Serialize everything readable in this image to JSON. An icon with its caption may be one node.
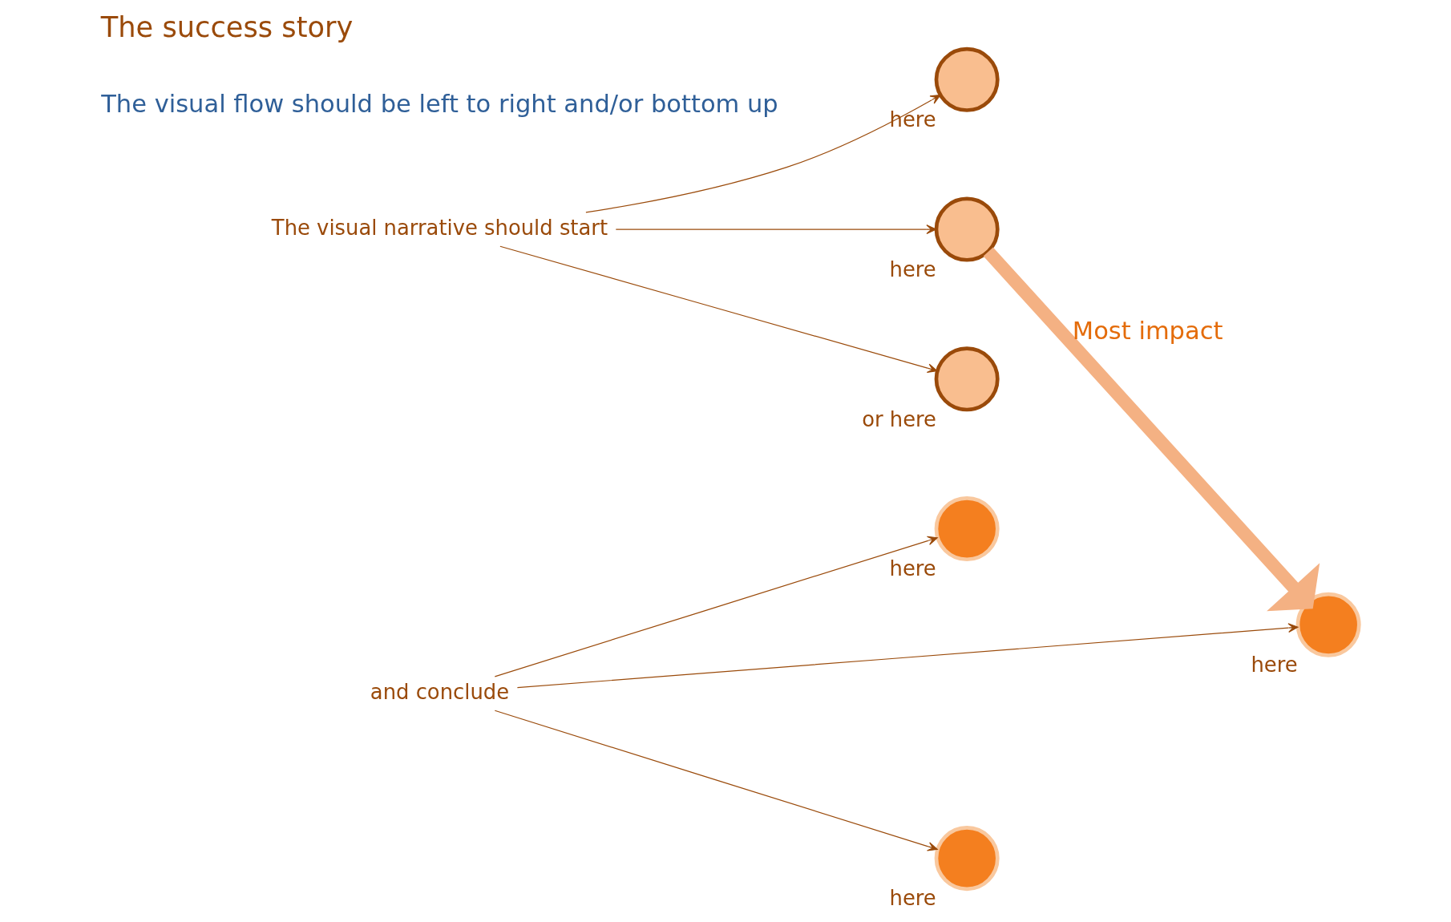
{
  "diagram": {
    "title": "The success story",
    "nodes": [
      {
        "text": [
          "The visual narrative should start"
        ]
      },
      {
        "text": [],
        "shape": "circle",
        "beside": [
          "here"
        ]
      },
      {
        "text": [],
        "shape": "circle",
        "beside": [
          "here"
        ]
      },
      {
        "text": [],
        "shape": "circle",
        "beside": [
          "or here"
        ]
      },
      {
        "text": [
          "and conclude"
        ]
      },
      {
        "text": [],
        "shape": "circle",
        "beside": [
          "here"
        ]
      },
      {
        "text": [],
        "shape": "circle",
        "beside": [
          "here"
        ]
      },
      {
        "text": [],
        "shape": "circle",
        "beside": [
          "here"
        ]
      }
    ],
    "edges": [
      {
        "from": 0,
        "to": 1,
        "arrow": "to"
      },
      {
        "from": 0,
        "to": 2,
        "arrow": "to"
      },
      {
        "from": 0,
        "to": 3,
        "arrow": "to"
      },
      {
        "from": 4,
        "to": 5,
        "arrow": "to"
      },
      {
        "from": 4,
        "to": 6,
        "arrow": "to"
      },
      {
        "from": 4,
        "to": 7,
        "arrow": "to"
      },
      {
        "from": 2,
        "to": 6,
        "arrow": "to",
        "label": "Most impact",
        "style": "thick",
        "color": "#f4b183"
      }
    ],
    "labels": [
      "The visual flow should be left to right and/or bottom up"
    ]
  }
}
